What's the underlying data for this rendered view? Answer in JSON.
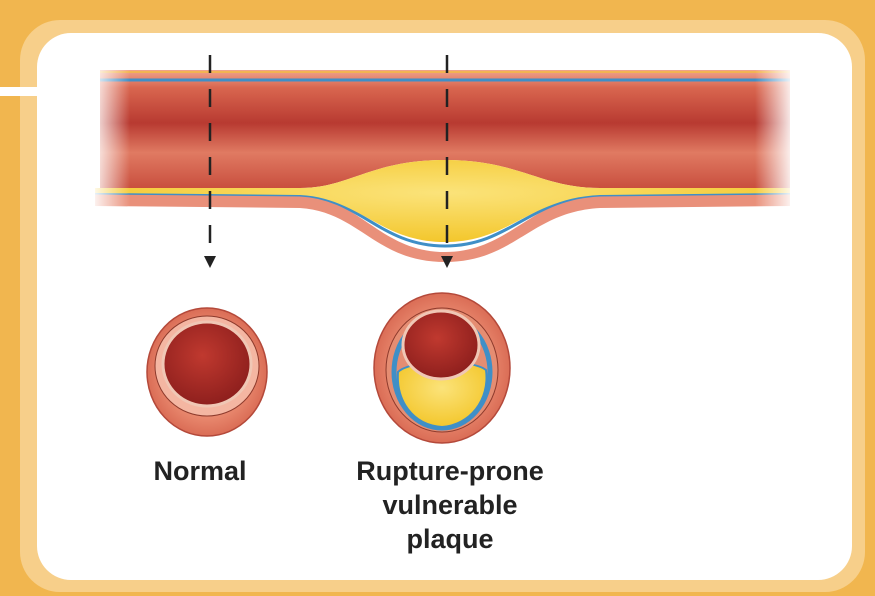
{
  "labels": {
    "normal": "Normal",
    "vulnerable": [
      "Rupture-prone",
      "vulnerable",
      "plaque"
    ]
  },
  "colors": {
    "background": "#f1b64f",
    "panel_frame": "#f7cf8a",
    "panel": "#ffffff",
    "vessel_wall": "#d9664f",
    "vessel_lumen": "#a82a28",
    "plaque": "#f6c927",
    "membrane": "#3f8fc7"
  }
}
